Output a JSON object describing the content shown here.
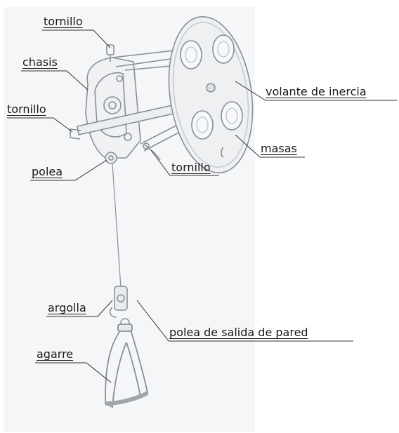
{
  "diagram": {
    "labels": {
      "tornillo_top": "tornillo",
      "chasis": "chasis",
      "tornillo_left": "tornillo",
      "polea": "polea",
      "tornillo_mid": "tornillo",
      "volante": "volante de inercia",
      "masas": "masas",
      "argolla": "argolla",
      "polea_salida": "polea de salida de pared",
      "agarre": "agarre"
    },
    "colors": {
      "sketch": "#8a8f96",
      "sketch_light": "#c7cbd0",
      "leader": "#333333",
      "background_tint": "#f4f6f8"
    }
  }
}
